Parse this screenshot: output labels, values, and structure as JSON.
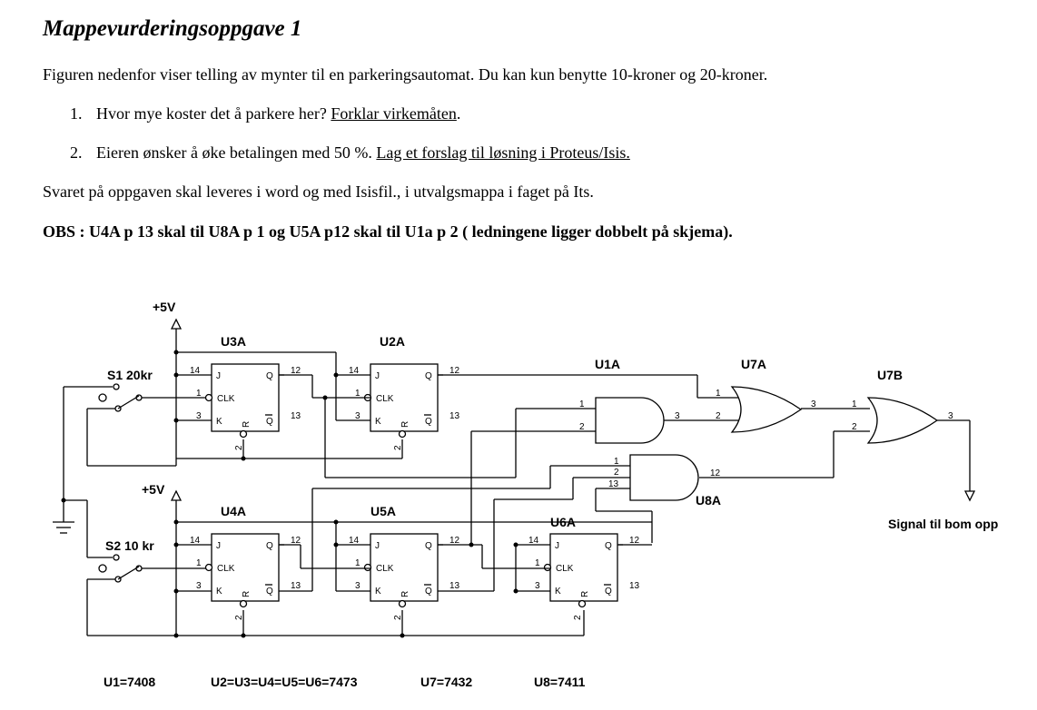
{
  "document": {
    "title": "Mappevurderingsoppgave 1",
    "intro": "Figuren nedenfor viser telling av mynter til en parkeringsautomat. Du kan kun benytte 10-kroner og 20-kroner.",
    "tasks": [
      {
        "num": "1.",
        "text": "Hvor mye koster det å parkere her? ",
        "link": "Forklar virkemåten",
        "after": "."
      },
      {
        "num": "2.",
        "text": "Eieren ønsker å øke betalingen med 50 %. ",
        "link": "Lag et forslag til løsning i Proteus/Isis.",
        "after": ""
      }
    ],
    "delivery": "Svaret på oppgaven skal leveres i word og med Isisfil., i utvalgsmappa i faget på Its.",
    "obs": "OBS : U4A p 13 skal til U8A p 1 og U5A p12 skal til U1a p 2 ( ledningene ligger dobbelt på skjema)."
  },
  "circuit": {
    "supply_top": "+5V",
    "supply_bottom": "+5V",
    "switch1": "S1 20kr",
    "switch2": "S2 10 kr",
    "output": "Signal til bom opp",
    "flipflops": [
      {
        "name": "U3A"
      },
      {
        "name": "U2A"
      },
      {
        "name": "U4A"
      },
      {
        "name": "U5A"
      },
      {
        "name": "U6A"
      }
    ],
    "ff_pins": {
      "j": "J",
      "clk": "CLK",
      "k": "K",
      "r": "R",
      "q": "Q",
      "qbar": "Q",
      "p_j": "14",
      "p_clk": "1",
      "p_k": "3",
      "p_q": "12",
      "p_qbar": "13",
      "p_r": "2"
    },
    "gates": {
      "and1": "U1A",
      "or1": "U7A",
      "or2": "U7B",
      "and3": "U8A"
    },
    "gate_pins": {
      "and1_in1": "1",
      "and1_in2": "2",
      "and1_out": "3",
      "or1_in1": "1",
      "or1_in2": "2",
      "or1_out": "3",
      "or2_in1": "1",
      "or2_in2": "2",
      "or2_out": "3",
      "and3_in1": "1",
      "and3_in2": "2",
      "and3_in3": "13",
      "and3_out": "12"
    },
    "parts": [
      "U1=7408",
      "U2=U3=U4=U5=U6=7473",
      "U7=7432",
      "U8=7411"
    ]
  }
}
